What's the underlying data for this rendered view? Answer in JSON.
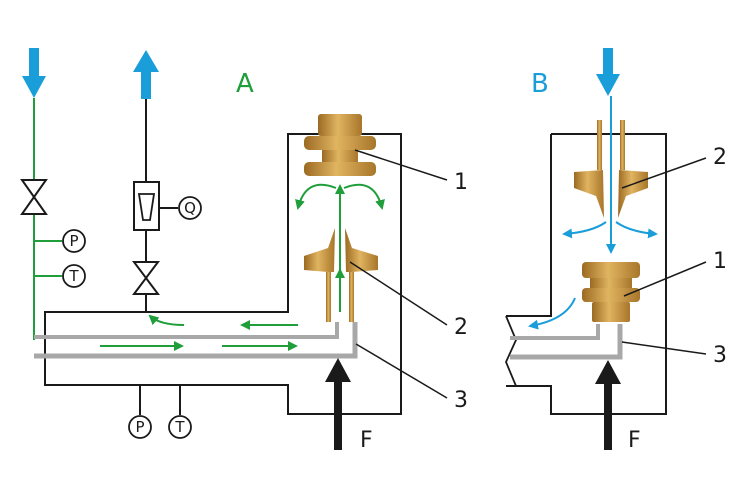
{
  "panels": {
    "a": {
      "label": "A",
      "color": "#1f9e3a"
    },
    "b": {
      "label": "B",
      "color": "#1a9ed9"
    }
  },
  "callouts": {
    "a1": "1",
    "a2": "2",
    "a3": "3",
    "b2": "2",
    "b1": "1",
    "b3": "3"
  },
  "force": {
    "a": "F",
    "b": "F"
  },
  "gauges": {
    "p_upper": "P",
    "t_upper": "T",
    "q": "Q",
    "p_lower": "P",
    "t_lower": "T"
  },
  "colors": {
    "gas_flow": "#1f9e3a",
    "inlet_arrow": "#1a9ed9",
    "part_gold": "#c9973e",
    "pipe_gray": "#a8a8a8",
    "outline": "#1a1a1a"
  }
}
